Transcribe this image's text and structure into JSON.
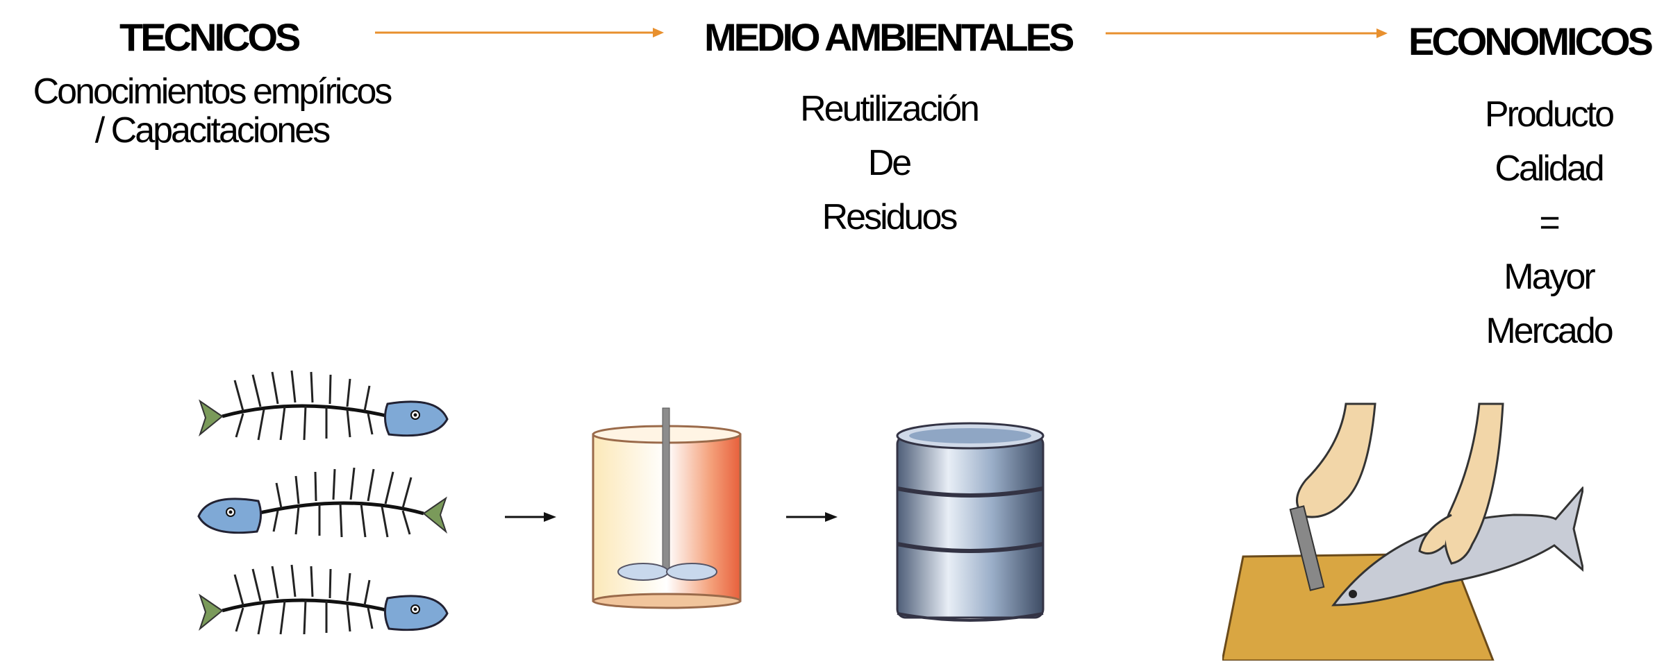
{
  "columns": {
    "tecnicos": {
      "title": "TECNICOS",
      "lines": [
        "Conocimientos empíricos",
        "/ Capacitaciones"
      ]
    },
    "medio_ambientales": {
      "title": "MEDIO AMBIENTALES",
      "lines": [
        "Reutilización",
        "De",
        "Residuos"
      ]
    },
    "economicos": {
      "title": "ECONOMICOS",
      "lines": [
        "Producto",
        "Calidad",
        "=",
        "Mayor",
        "Mercado"
      ]
    }
  },
  "colors": {
    "arrow": "#E8902E",
    "barrel": "#8FA6C4",
    "fish": "#7FA9D6",
    "board": "#D9A642"
  },
  "icons": [
    "fish-skeleton-icon",
    "mixing-tank-icon",
    "barrel-icon",
    "cutting-fish-icon",
    "process-arrow-icon"
  ]
}
